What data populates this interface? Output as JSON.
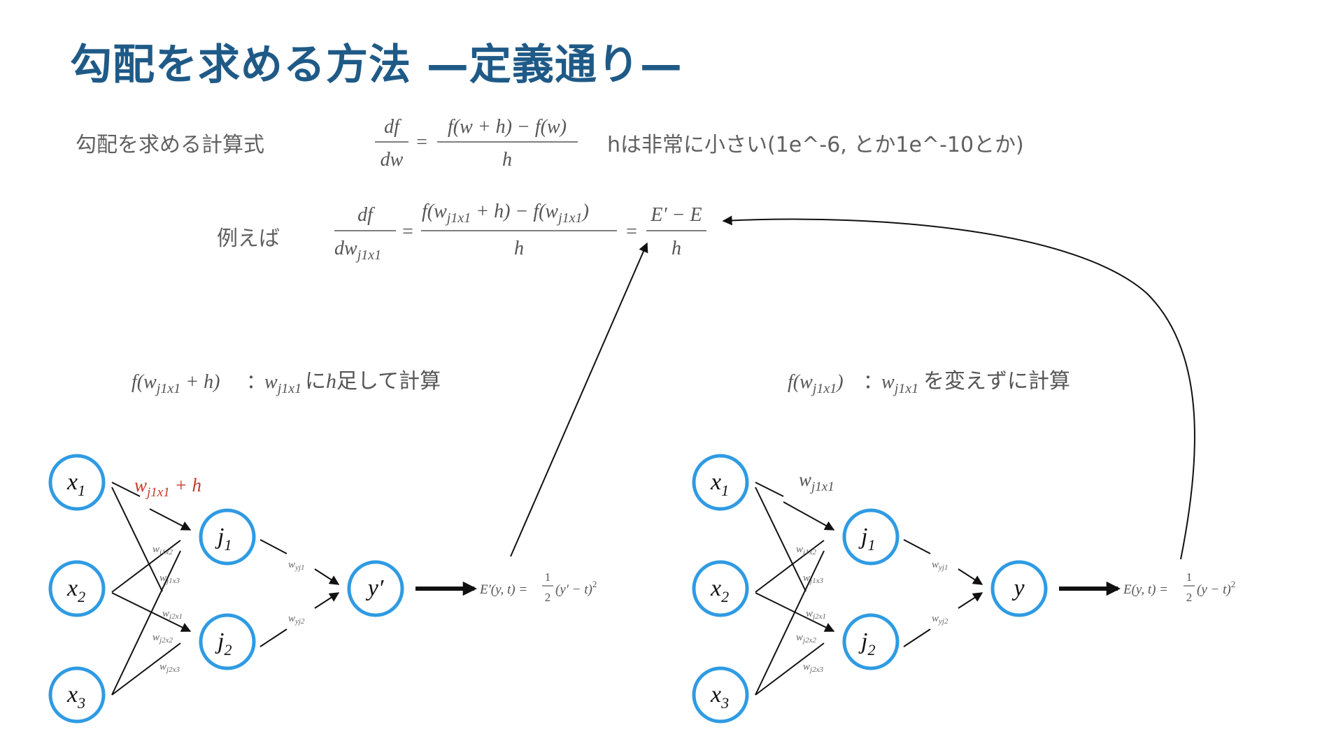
{
  "title": "勾配を求める方法 —定義通り—",
  "formula_row": {
    "label": "勾配を求める計算式",
    "lhs_num": "df",
    "lhs_den": "dw",
    "eq": "=",
    "rhs_num": "f(w + h) − f(w)",
    "rhs_den": "h",
    "note": "hは非常に小さい(1e^-6, とか1e^-10とか)"
  },
  "example_row": {
    "label": "例えば",
    "lhs_num": "df",
    "lhs_den_main": "dw",
    "lhs_den_sub": "j1x1",
    "mid_num_a": "f(w",
    "mid_num_sub1": "j1x1",
    "mid_num_b": " + h) − f(w",
    "mid_num_sub2": "j1x1",
    "mid_num_c": ")",
    "mid_den": "h",
    "right_num": "E′ − E",
    "right_den": "h"
  },
  "left_caption": {
    "f_main": "f(w",
    "f_sub": "j1x1",
    "f_rest": " + h)",
    "colon": "：",
    "w_main": "w",
    "w_sub": "j1x1",
    "tail_a": "に",
    "tail_h": "h",
    "tail_b": "足して計算"
  },
  "right_caption": {
    "f_main": "f(w",
    "f_sub": "j1x1",
    "f_rest": ")",
    "colon": "：",
    "w_main": "w",
    "w_sub": "j1x1",
    "tail": "を変えずに計算"
  },
  "left_net": {
    "inputs": [
      {
        "main": "x",
        "sub": "1"
      },
      {
        "main": "x",
        "sub": "2"
      },
      {
        "main": "x",
        "sub": "3"
      }
    ],
    "hidden": [
      {
        "main": "j",
        "sub": "1"
      },
      {
        "main": "j",
        "sub": "2"
      }
    ],
    "output": "y′",
    "highlight_weight": "w",
    "highlight_sub": "j1x1",
    "highlight_rest": " + h",
    "weights": {
      "w_j1x2": "j1x2",
      "w_j1x3": "j1x3",
      "w_j2x1": "j2x1",
      "w_j2x2": "j2x2",
      "w_j2x3": "j2x3",
      "w_yj1": "yj1",
      "w_yj2": "yj2"
    },
    "loss": "E′(y, t) = ",
    "loss_frac_num": "1",
    "loss_frac_den": "2",
    "loss_tail": "(y′ − t)",
    "loss_exp": "2"
  },
  "right_net": {
    "inputs": [
      {
        "main": "x",
        "sub": "1"
      },
      {
        "main": "x",
        "sub": "2"
      },
      {
        "main": "x",
        "sub": "3"
      }
    ],
    "hidden": [
      {
        "main": "j",
        "sub": "1"
      },
      {
        "main": "j",
        "sub": "2"
      }
    ],
    "output": "y",
    "top_weight": "w",
    "top_weight_sub": "j1x1",
    "weights": {
      "w_j1x2": "j1x2",
      "w_j1x3": "j1x3",
      "w_j2x1": "j2x1",
      "w_j2x2": "j2x2",
      "w_j2x3": "j2x3",
      "w_yj1": "yj1",
      "w_yj2": "yj2"
    },
    "loss": "E(y, t) = ",
    "loss_frac_num": "1",
    "loss_frac_den": "2",
    "loss_tail": "(y − t)",
    "loss_exp": "2"
  },
  "colors": {
    "title": "#1f5a87",
    "node_stroke": "#2f9be3",
    "highlight": "#c83a2c",
    "text": "#555555"
  }
}
